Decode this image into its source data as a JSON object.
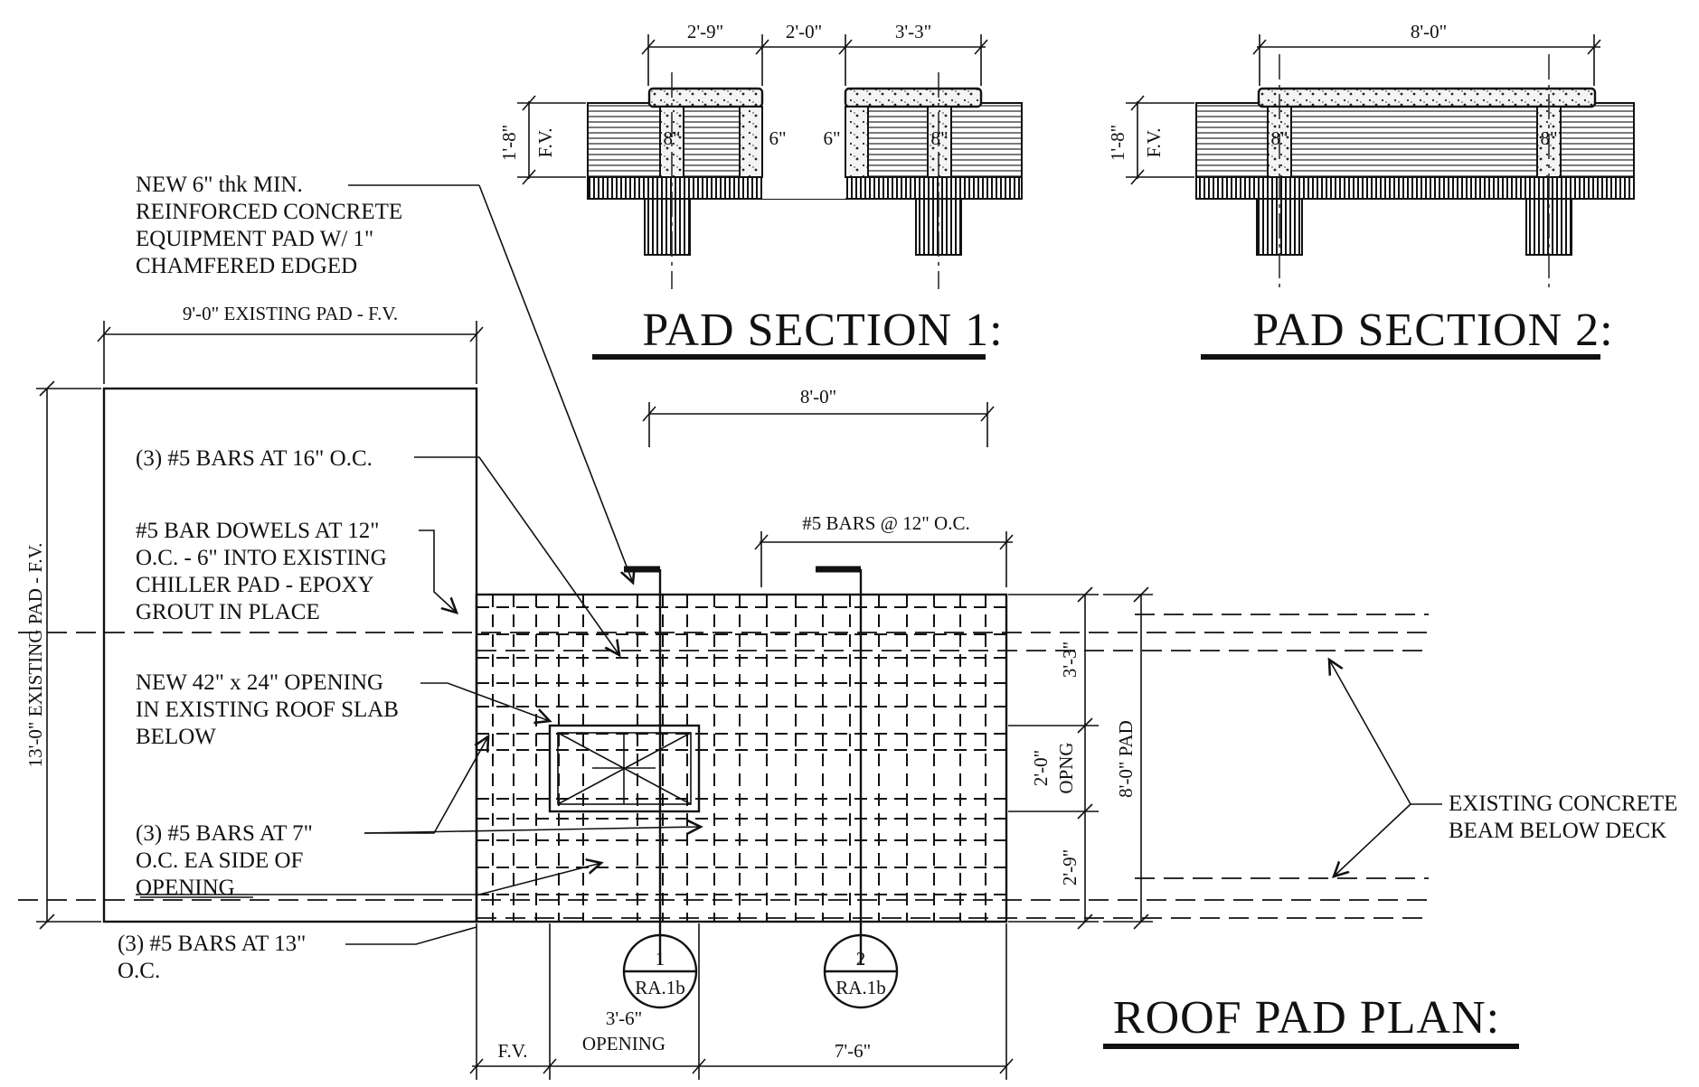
{
  "section1": {
    "title": "PAD SECTION 1:",
    "dims": [
      "2'-9\"",
      "2'-0\"",
      "3'-3\"",
      "1'-8\"",
      "F.V.",
      "8\"",
      "6\"",
      "6\"",
      "8\""
    ]
  },
  "section2": {
    "title": "PAD SECTION 2:",
    "dims": [
      "8'-0\"",
      "1'-8\"",
      "F.V.",
      "8\"",
      "8\""
    ]
  },
  "plan": {
    "title": "ROOF PAD PLAN:",
    "notes": {
      "new_pad": [
        "NEW 6\" thk MIN.",
        "REINFORCED CONCRETE",
        "EQUIPMENT PAD W/ 1\"",
        "CHAMFERED EDGED"
      ],
      "existing_pad_width": "9'-0\" EXISTING PAD - F.V.",
      "existing_pad_height": "13'-0\" EXISTING PAD - F.V.",
      "bars_16": "(3) #5 BARS AT 16\" O.C.",
      "dowels": [
        "#5 BAR  DOWELS AT 12\"",
        "O.C. - 6\" INTO EXISTING",
        "CHILLER PAD - EPOXY",
        "GROUT IN PLACE"
      ],
      "opening": [
        "NEW 42\" x 24\" OPENING",
        "IN EXISTING ROOF SLAB",
        "BELOW"
      ],
      "bars_7": [
        "(3) #5 BARS AT 7\"",
        "O.C. EA SIDE OF",
        "OPENING"
      ],
      "bars_13": [
        "(3) #5 BARS AT 13\"",
        "O.C."
      ],
      "beam": [
        "EXISTING CONCRETE",
        "BEAM BELOW DECK"
      ]
    },
    "dims": {
      "top_width": "8'-0\"",
      "bars_12": "#5 BARS @ 12\" O.C.",
      "right_top": "3'-3\"",
      "right_opng": "2'-0\"",
      "right_opng2": "OPNG",
      "right_bottom": "2'-9\"",
      "right_pad": "8'-0\" PAD",
      "bottom_fv": "F.V.",
      "bottom_opening": "3'-6\"",
      "bottom_opening2": "OPENING",
      "bottom_right": "7'-6\""
    },
    "section_markers": [
      {
        "number": "1",
        "sheet": "RA.1b"
      },
      {
        "number": "2",
        "sheet": "RA.1b"
      }
    ]
  }
}
